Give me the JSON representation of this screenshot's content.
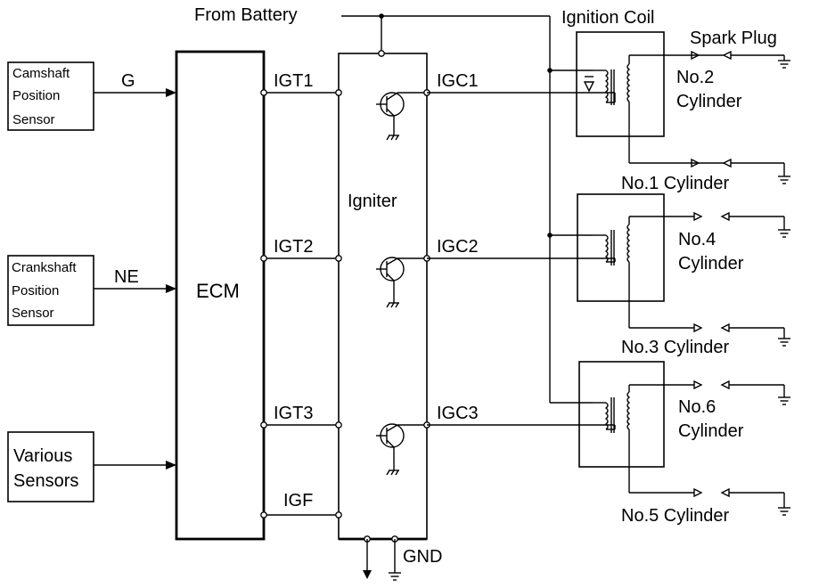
{
  "labels": {
    "from_battery": "From Battery",
    "ignition_coil": "Ignition Coil",
    "spark_plug": "Spark Plug",
    "camshaft": [
      "Camshaft",
      "Position",
      "Sensor"
    ],
    "crankshaft": [
      "Crankshaft",
      "Position",
      "Sensor"
    ],
    "various": [
      "Various",
      "Sensors"
    ],
    "sig_g": "G",
    "sig_ne": "NE",
    "ecm": "ECM",
    "igniter": "Igniter",
    "igt1": "IGT1",
    "igt2": "IGT2",
    "igt3": "IGT3",
    "igf": "IGF",
    "igc1": "IGC1",
    "igc2": "IGC2",
    "igc3": "IGC3",
    "gnd": "GND",
    "no2": "No.2",
    "no4": "No.4",
    "no6": "No.6",
    "cylinder": "Cylinder",
    "no1_cyl": "No.1 Cylinder",
    "no3_cyl": "No.3 Cylinder",
    "no5_cyl": "No.5 Cylinder"
  }
}
